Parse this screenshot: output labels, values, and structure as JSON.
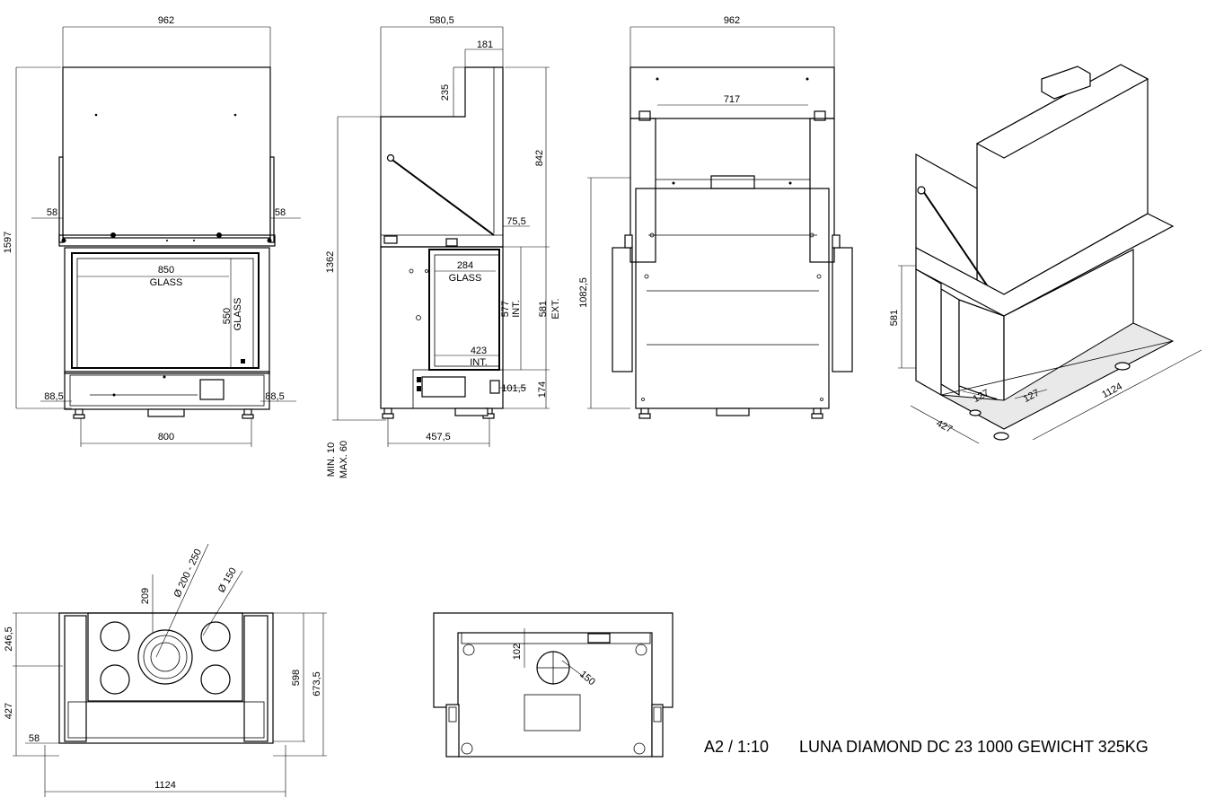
{
  "drawing": {
    "scale_label": "A2 / 1:10",
    "title": "LUNA DIAMOND DC 23 1000 GEWICHT 325KG"
  },
  "front_view": {
    "dim_top_width": "962",
    "dim_height_total": "1597",
    "dim_side_left": "58",
    "dim_side_right": "58",
    "dim_glass_width": "850",
    "glass_label": "GLASS",
    "dim_glass_height": "550",
    "glass_label_vertical": "GLASS",
    "dim_foot_left": "88,5",
    "dim_foot_right": "88,5",
    "dim_base_width": "800"
  },
  "side_view": {
    "dim_top_width": "580,5",
    "dim_flue_width": "181",
    "dim_flue_height": "235",
    "dim_upper_height": "842",
    "dim_body_height": "1362",
    "dim_offset": "75,5",
    "dim_glass_width": "284",
    "glass_label": "GLASS",
    "dim_int_height": "577",
    "int_label": "INT.",
    "dim_ext_height": "581",
    "ext_label": "EXT.",
    "dim_int_depth": "423",
    "int_label_2": "INT.",
    "dim_lower_offset": "101,5",
    "dim_base_height": "174",
    "dim_feet_adjust_1": "MIN. 10",
    "dim_feet_adjust_2": "MAX. 60",
    "dim_base_depth": "457,5"
  },
  "back_view": {
    "dim_top_width": "962",
    "dim_inner_width": "717",
    "dim_height": "1082,5"
  },
  "iso_view": {
    "dim_height": "581",
    "dim_depth": "427",
    "dim_width": "1124",
    "dim_corner_1": "127",
    "dim_corner_2": "127"
  },
  "top_view": {
    "dim_offset": "209",
    "dim_flue_diam_range": "Ø 200 - 250",
    "dim_flue_diam": "Ø 150",
    "dim_rear_depth": "246,5",
    "dim_front_depth": "427",
    "dim_side": "58",
    "dim_total_depth_1": "598",
    "dim_total_depth_2": "673,5",
    "dim_total_width": "1124"
  },
  "bottom_view": {
    "dim_offset": "102",
    "dim_diam": "150"
  }
}
